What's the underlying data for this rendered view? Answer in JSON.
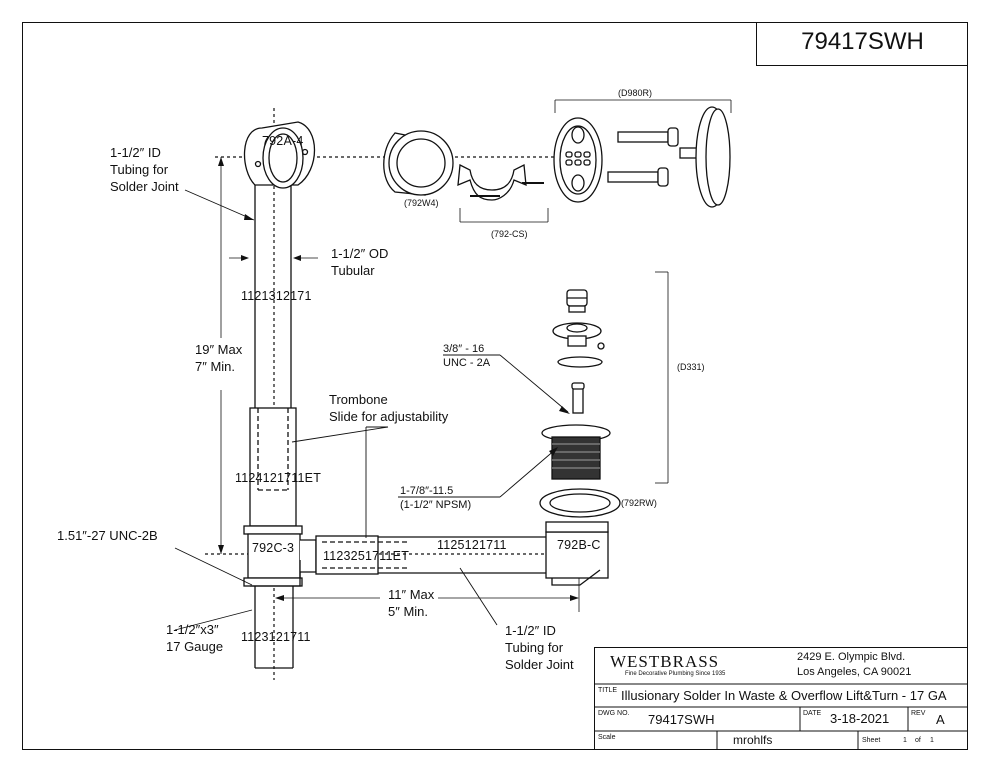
{
  "header": {
    "drawing_number": "79417SWH"
  },
  "labels": {
    "id_tubing_left": [
      "1-1/2″ ID",
      "Tubing for",
      "Solder Joint"
    ],
    "od_tubular": [
      "1-1/2″ OD",
      "Tubular"
    ],
    "length_vertical": [
      "19″ Max",
      "7″ Min."
    ],
    "trombone": [
      "Trombone",
      "Slide for adjustability"
    ],
    "thread_unc": "1.51″-27 UNC-2B",
    "tail": [
      "1-1/2″x3″",
      "17 Gauge"
    ],
    "length_horizontal": [
      "11″ Max",
      "5″ Min."
    ],
    "id_tubing_right": [
      "1-1/2″ ID",
      "Tubing for",
      "Solder Joint"
    ],
    "screw_thread": [
      "3/8″ - 16",
      "UNC - 2A"
    ],
    "body_thread": [
      "1-7/8″-11.5",
      "(1-1/2″ NPSM)"
    ]
  },
  "parts": {
    "elbow_top": "792A-4",
    "faceplate": "(792W4)",
    "cross_bar": "(792-CS)",
    "overflow_kit": "(D980R)",
    "drain_kit": "(D331)",
    "washer": "(792RW)",
    "vertical_tube": "1121312171",
    "trombone_tube": "1124121711ET",
    "tee": "792C-3",
    "slide_horizontal": "1123251711ET",
    "horizontal_tube": "1125121711",
    "shoe": "792B-C",
    "tailpiece": "1123121711"
  },
  "title_block": {
    "company": "WESTBRASS",
    "tagline": "Fine Decorative Plumbing Since 1935",
    "address1": "2429 E. Olympic Blvd.",
    "address2": "Los Angeles, CA 90021",
    "title_label": "TITLE",
    "title": "Illusionary Solder In Waste & Overflow Lift&Turn - 17 GA",
    "dwg_no_label": "DWG NO.",
    "dwg_no": "79417SWH",
    "date_label": "DATE",
    "date": "3-18-2021",
    "rev_label": "REV",
    "rev": "A",
    "scale_label": "Scale",
    "drawn_by": "mrohlfs",
    "sheet_label": "Sheet",
    "sheet_num": "1",
    "sheet_of": "of",
    "sheet_total": "1"
  }
}
